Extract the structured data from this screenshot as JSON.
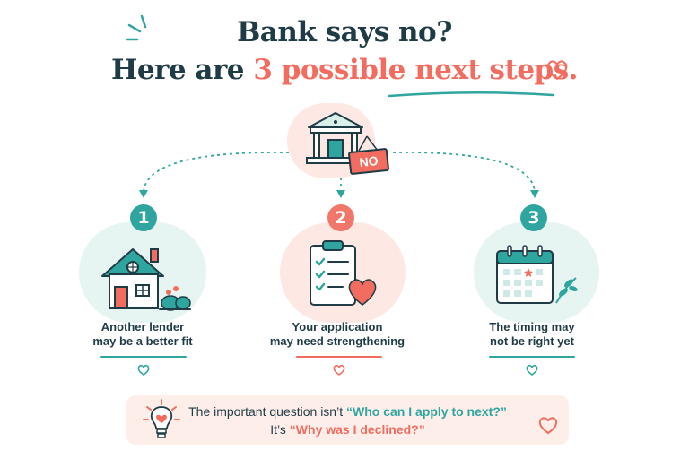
{
  "title": {
    "line1": "Bank says no?",
    "line2_prefix": "Here are ",
    "line2_accent": "3 possible next steps."
  },
  "bank": {
    "badge": "NO"
  },
  "steps": [
    {
      "number": "1",
      "label_line1": "Another lender",
      "label_line2": "may be a better fit",
      "icon": "house-icon"
    },
    {
      "number": "2",
      "label_line1": "Your application",
      "label_line2": "may need strengthening",
      "icon": "clipboard-checklist-icon"
    },
    {
      "number": "3",
      "label_line1": "The timing may",
      "label_line2": "not be right yet",
      "icon": "calendar-icon"
    }
  ],
  "bottom": {
    "line1_prefix": "The important question isn’t ",
    "line1_quote": "“Who can I apply to next?”",
    "line2_prefix": "It’s ",
    "line2_quote": "“Why was I declined?”",
    "icon": "lightbulb-heart-icon"
  },
  "colors": {
    "teal": "#2fa5a0",
    "coral": "#f26c5f",
    "navy": "#1f3b45",
    "pink_bg": "#fdeeea",
    "teal_bg": "#e6f4f2"
  }
}
